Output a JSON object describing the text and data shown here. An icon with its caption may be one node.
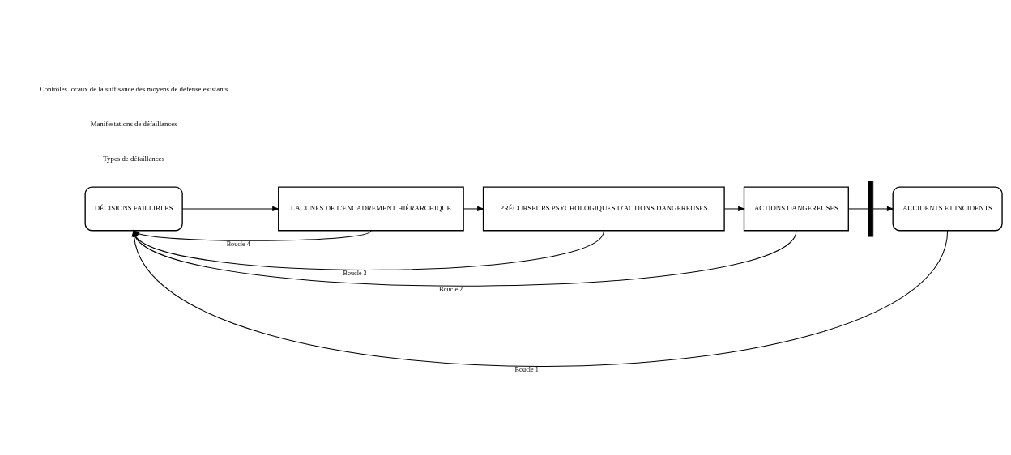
{
  "diagram": {
    "nodes": [
      {
        "text": [
          "DÉCISIONS FAILLIBLES"
        ]
      },
      {
        "text": [
          "LACUNES DE L'ENCADREMENT HIÉRARCHIQUE"
        ]
      },
      {
        "text": [
          "PRÉCURSEURS PSYCHOLOGIQUES D'ACTIONS DANGEREUSES"
        ]
      },
      {
        "text": [
          "ACTIONS DANGEREUSES"
        ]
      },
      {
        "text": [],
        "shape": "bar"
      },
      {
        "text": [
          "ACCIDENTS ET INCIDENTS"
        ]
      }
    ],
    "edges": [
      {
        "from": 0,
        "to": 1,
        "arrow": "to"
      },
      {
        "from": 1,
        "to": 2,
        "arrow": "to"
      },
      {
        "from": 2,
        "to": 3,
        "arrow": "to"
      },
      {
        "from": 3,
        "to": 4,
        "arrow": "none"
      },
      {
        "from": 4,
        "to": 5,
        "arrow": "to"
      },
      {
        "from": 1,
        "to": 0,
        "arrow": "to",
        "label": "Boucle 4"
      },
      {
        "from": 2,
        "to": 0,
        "arrow": "to",
        "label": "Boucle 3"
      },
      {
        "from": 3,
        "to": 0,
        "arrow": "to",
        "label": "Boucle 2"
      },
      {
        "from": 5,
        "to": 0,
        "arrow": "to",
        "label": "Boucle 1"
      }
    ],
    "labels": [
      "Types de défaillances",
      "Manifestations de défaillances",
      "Contrôles locaux de la suffisance des moyens de défense existants"
    ]
  }
}
